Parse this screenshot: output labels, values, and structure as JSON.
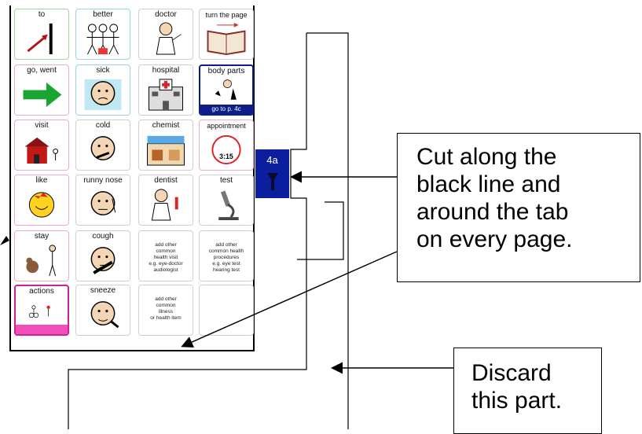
{
  "board": {
    "cells": [
      {
        "label": "to",
        "icon": "to-icon"
      },
      {
        "label": "better",
        "icon": "better-icon"
      },
      {
        "label": "doctor",
        "icon": "doctor-icon"
      },
      {
        "label": "turn the page",
        "icon": "book-icon"
      },
      {
        "label": "go, went",
        "icon": "arrow-right-icon"
      },
      {
        "label": "sick",
        "icon": "sick-face-icon"
      },
      {
        "label": "hospital",
        "icon": "hospital-icon"
      },
      {
        "label": "body parts",
        "icon": "body-parts-icon",
        "bar": "go to p. 4c",
        "bar_color": "#0b1e8a"
      },
      {
        "label": "visit",
        "icon": "house-icon"
      },
      {
        "label": "cold",
        "icon": "cold-face-icon"
      },
      {
        "label": "chemist",
        "icon": "shop-icon"
      },
      {
        "label": "appointment",
        "icon": "clock-icon",
        "time": "3:15"
      },
      {
        "label": "like",
        "icon": "like-icon"
      },
      {
        "label": "runny nose",
        "icon": "runny-nose-icon"
      },
      {
        "label": "dentist",
        "icon": "dentist-icon"
      },
      {
        "label": "test",
        "icon": "microscope-icon"
      },
      {
        "label": "stay",
        "icon": "stay-icon"
      },
      {
        "label": "cough",
        "icon": "cough-face-icon"
      },
      {
        "label": "",
        "note": "add other\ncommon\nhealth visit\ne.g. eye-doctor\naudiologist"
      },
      {
        "label": "",
        "note": "add other\ncommon health\nprocedures\ne.g. eye test\nhearing test"
      },
      {
        "label": "actions",
        "icon": "actions-icon",
        "bar": "",
        "bar_color": "#f24fb8"
      },
      {
        "label": "sneeze",
        "icon": "sneeze-face-icon"
      },
      {
        "label": "",
        "note": "add other\ncommon\nillness\nor health item"
      },
      {
        "label": "",
        "note": ""
      }
    ]
  },
  "tab": {
    "label": "4a",
    "icon": "dental-tool-icon"
  },
  "callouts": {
    "cut": "Cut along the black line and around the tab on every page.",
    "cut_lines": [
      "Cut along the",
      "black line and",
      "around the tab",
      "on every page."
    ],
    "discard_lines": [
      "Discard",
      "this part."
    ]
  }
}
